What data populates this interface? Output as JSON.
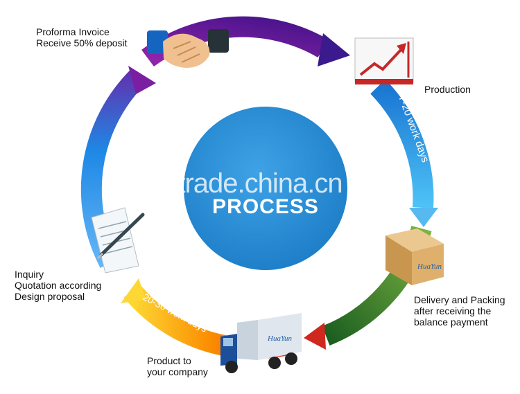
{
  "center": {
    "title": "PROCESS",
    "watermark": "trade.china.cn"
  },
  "steps": [
    {
      "lines": [
        "Proforma Invoice",
        "Receive 50% deposit"
      ]
    },
    {
      "lines": [
        "Production"
      ]
    },
    {
      "lines": [
        "Delivery and Packing",
        "after receiving the",
        "balance payment"
      ]
    },
    {
      "lines": [
        "Product to",
        "your company"
      ]
    },
    {
      "lines": [
        "Inquiry",
        "Quotation according",
        "Design proposal"
      ]
    }
  ],
  "durations": {
    "production": "7-20 work days",
    "shipping": "20-30 work days"
  },
  "box_logo_text": "HuaYun",
  "colors": {
    "circle": "#2b8fd6",
    "arc_purple": "#7b1fa2",
    "arc_blue": "#1f8fe0",
    "arc_green": "#3d8a1e",
    "arc_red": "#d0271f",
    "arc_orange": "#f39a10",
    "arc_lightblue": "#5aa7e6",
    "truck_cab": "#1d4e9a",
    "box": "#d8a860"
  },
  "icons": [
    "handshake-icon",
    "rising-chart-icon",
    "cardboard-box-icon",
    "delivery-truck-icon",
    "document-pen-icon"
  ]
}
